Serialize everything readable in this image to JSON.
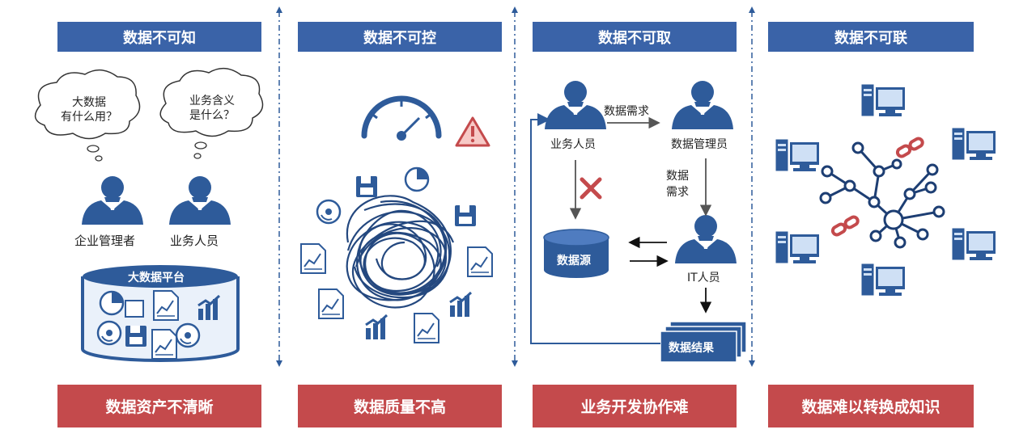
{
  "columns": [
    {
      "header": "数据不可知",
      "footer": "数据资产不清晰"
    },
    {
      "header": "数据不可控",
      "footer": "数据质量不高"
    },
    {
      "header": "数据不可取",
      "footer": "业务开发协作难"
    },
    {
      "header": "数据不可联",
      "footer": "数据难以转换成知识"
    }
  ],
  "panel1": {
    "bubble_left_line1": "大数据",
    "bubble_left_line2": "有什么用？",
    "bubble_right_line1": "业务含义",
    "bubble_right_line2": "是什么？",
    "person_left": "企业管理者",
    "person_right": "业务人员",
    "platform": "大数据平台"
  },
  "panel3": {
    "business_staff": "业务人员",
    "data_request_top": "数据需求",
    "data_manager": "数据管理员",
    "data_request_side_line1": "数据",
    "data_request_side_line2": "需求",
    "data_source": "数据源",
    "it_staff": "IT人员",
    "data_result": "数据结果"
  },
  "colors": {
    "header": "#3a63a8",
    "footer": "#c44a4c",
    "icon": "#2e5b9a",
    "divider": "#2e5b9a"
  }
}
